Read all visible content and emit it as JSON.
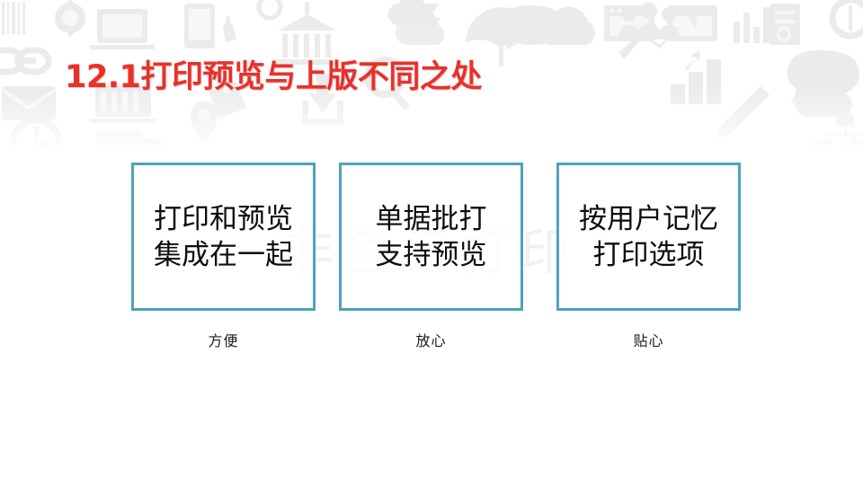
{
  "slide": {
    "title": "12.1打印预览与上版不同之处",
    "title_color": "#E8312A",
    "background_color": "#FFFFFF",
    "accent_color": "#4FA2BD",
    "watermark_text": "非鱼云打印"
  },
  "cards": [
    {
      "text": "打印和预览\n集成在一起",
      "caption": "方便"
    },
    {
      "text": "单据批打\n支持预览",
      "caption": "放心"
    },
    {
      "text": "按用户记忆\n打印选项",
      "caption": "贴心"
    }
  ],
  "background_icons": [
    "barcode-icon",
    "globe-gear-icon",
    "laptop-icon",
    "tablet-touch-icon",
    "bank-icon",
    "lightning-cloud-icon",
    "speech-bubble-icon",
    "browser-window-icon",
    "chart-bars-icon",
    "link-chain-icon",
    "envelope-icon",
    "magnifier-icon",
    "truck-container-icon",
    "tag-icon",
    "download-arrow-icon",
    "clock-icon",
    "location-pin-icon",
    "delivery-truck-icon",
    "cloud-icon",
    "people-group-icon",
    "growth-arrow-icon",
    "umbrella-icon",
    "bar-chart-icon",
    "document-search-icon",
    "pencil-icon",
    "sitemap-icon",
    "dollar-circle-icon"
  ]
}
